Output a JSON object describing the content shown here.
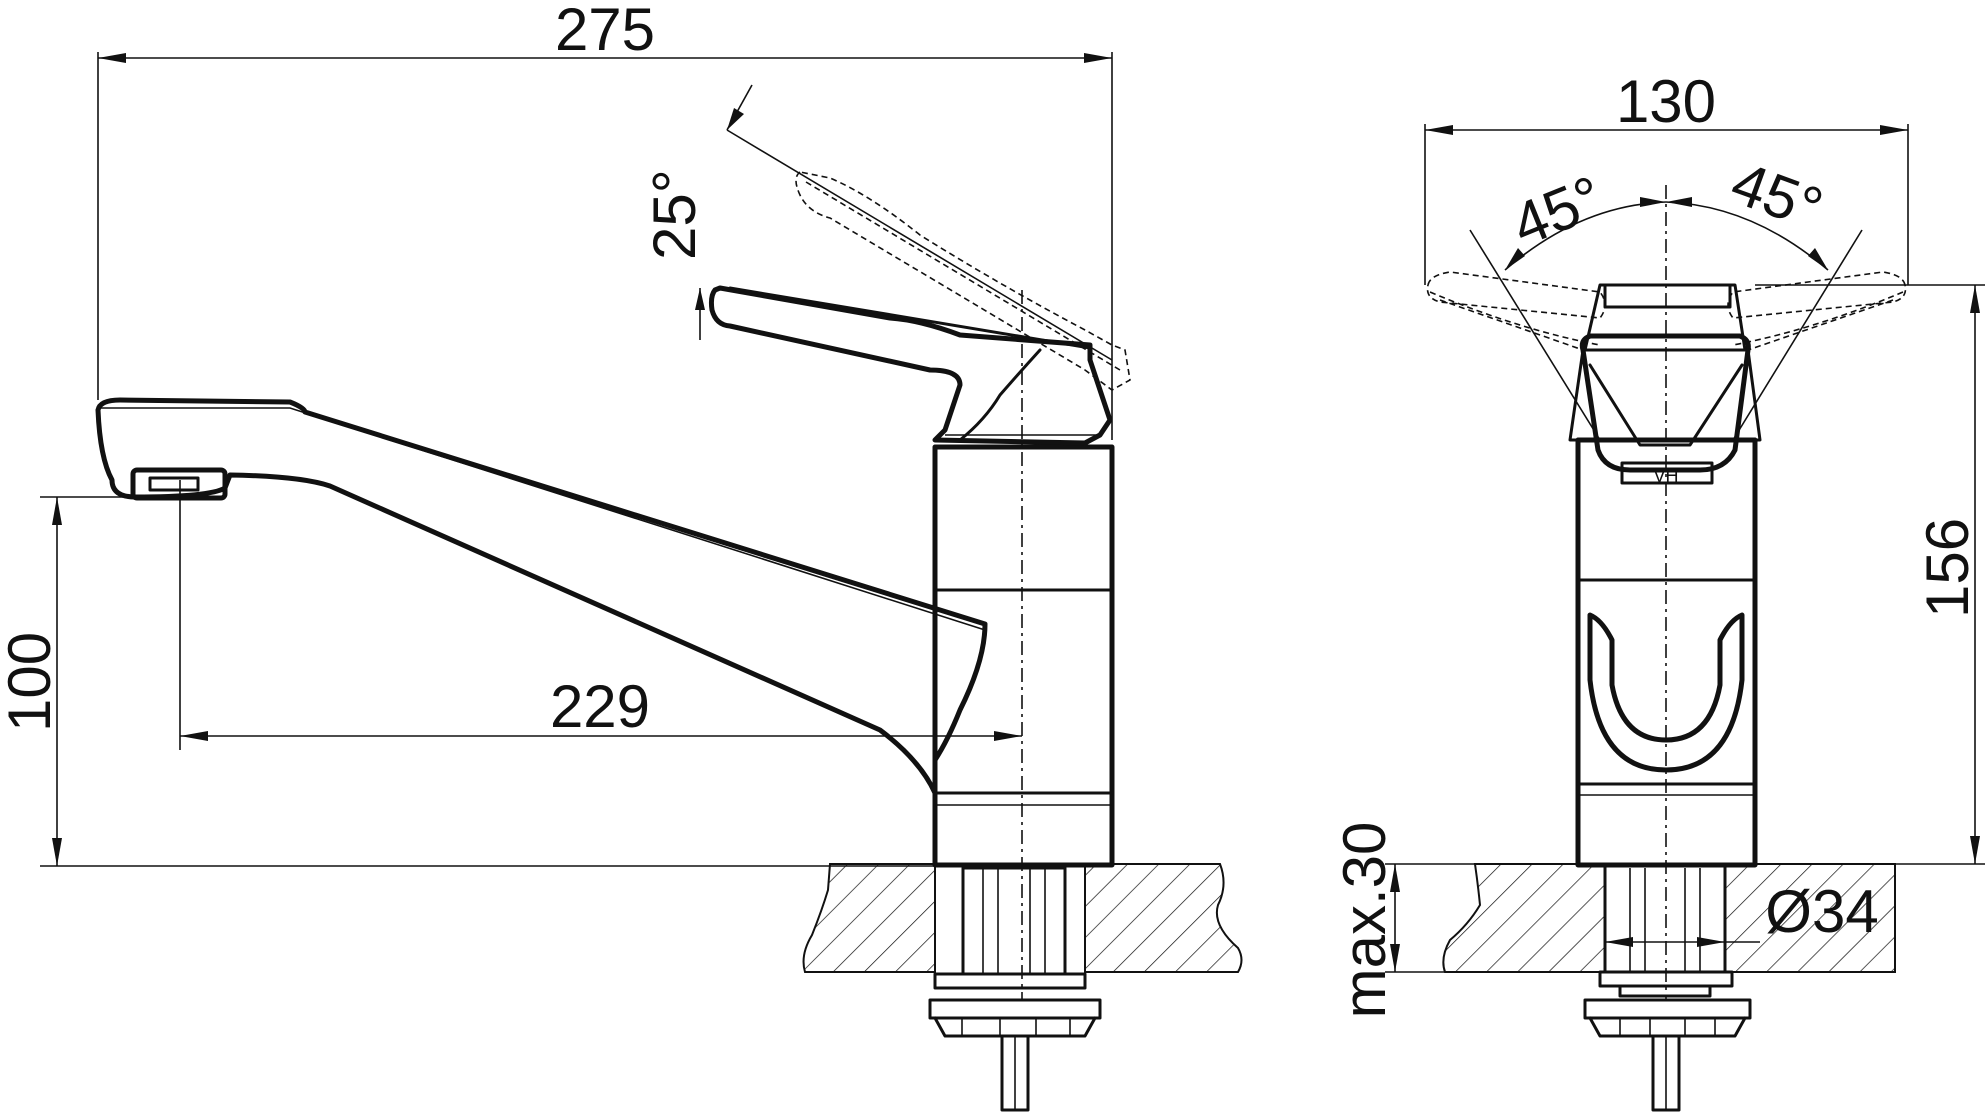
{
  "dimensions": {
    "overall_length": "275",
    "spout_reach": "229",
    "spout_height": "100",
    "lever_angle": "25°",
    "total_width": "130",
    "swivel_left": "45°",
    "swivel_right": "45°",
    "total_height": "156",
    "max_deck_thickness": "max.30",
    "shank_diameter": "Ø34"
  },
  "colors": {
    "line": "#111111",
    "background": "#ffffff"
  }
}
